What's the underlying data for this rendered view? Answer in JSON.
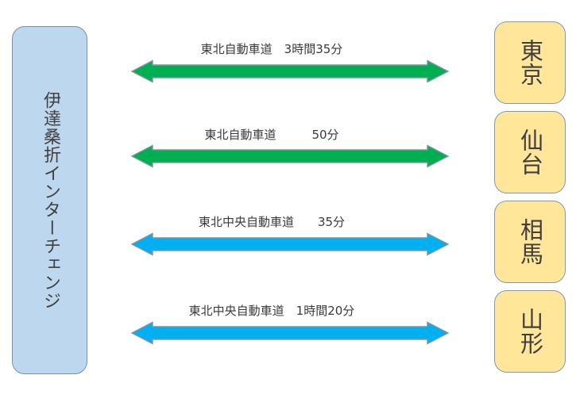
{
  "interchange": {
    "name": "伊達桑折インターチェンジ"
  },
  "colors": {
    "green": "#00B050",
    "blue": "#00B0F0",
    "interchange_fill": "#BDD7EE",
    "city_fill": "#FFE699",
    "outline": "#7d93a8"
  },
  "routes": [
    {
      "destination": "東京",
      "road": "東北自動車道",
      "duration": "3時間35分",
      "label": "東北自動車道　3時間35分",
      "color": "green"
    },
    {
      "destination": "仙台",
      "road": "東北自動車道",
      "duration": "50分",
      "label": "東北自動車道　　　50分",
      "color": "green"
    },
    {
      "destination": "相馬",
      "road": "東北中央自動車道",
      "duration": "35分",
      "label": "東北中央自動車道　　35分",
      "color": "blue"
    },
    {
      "destination": "山形",
      "road": "東北中央自動車道",
      "duration": "1時間20分",
      "label": "東北中央自動車道　1時間20分",
      "color": "blue"
    }
  ]
}
